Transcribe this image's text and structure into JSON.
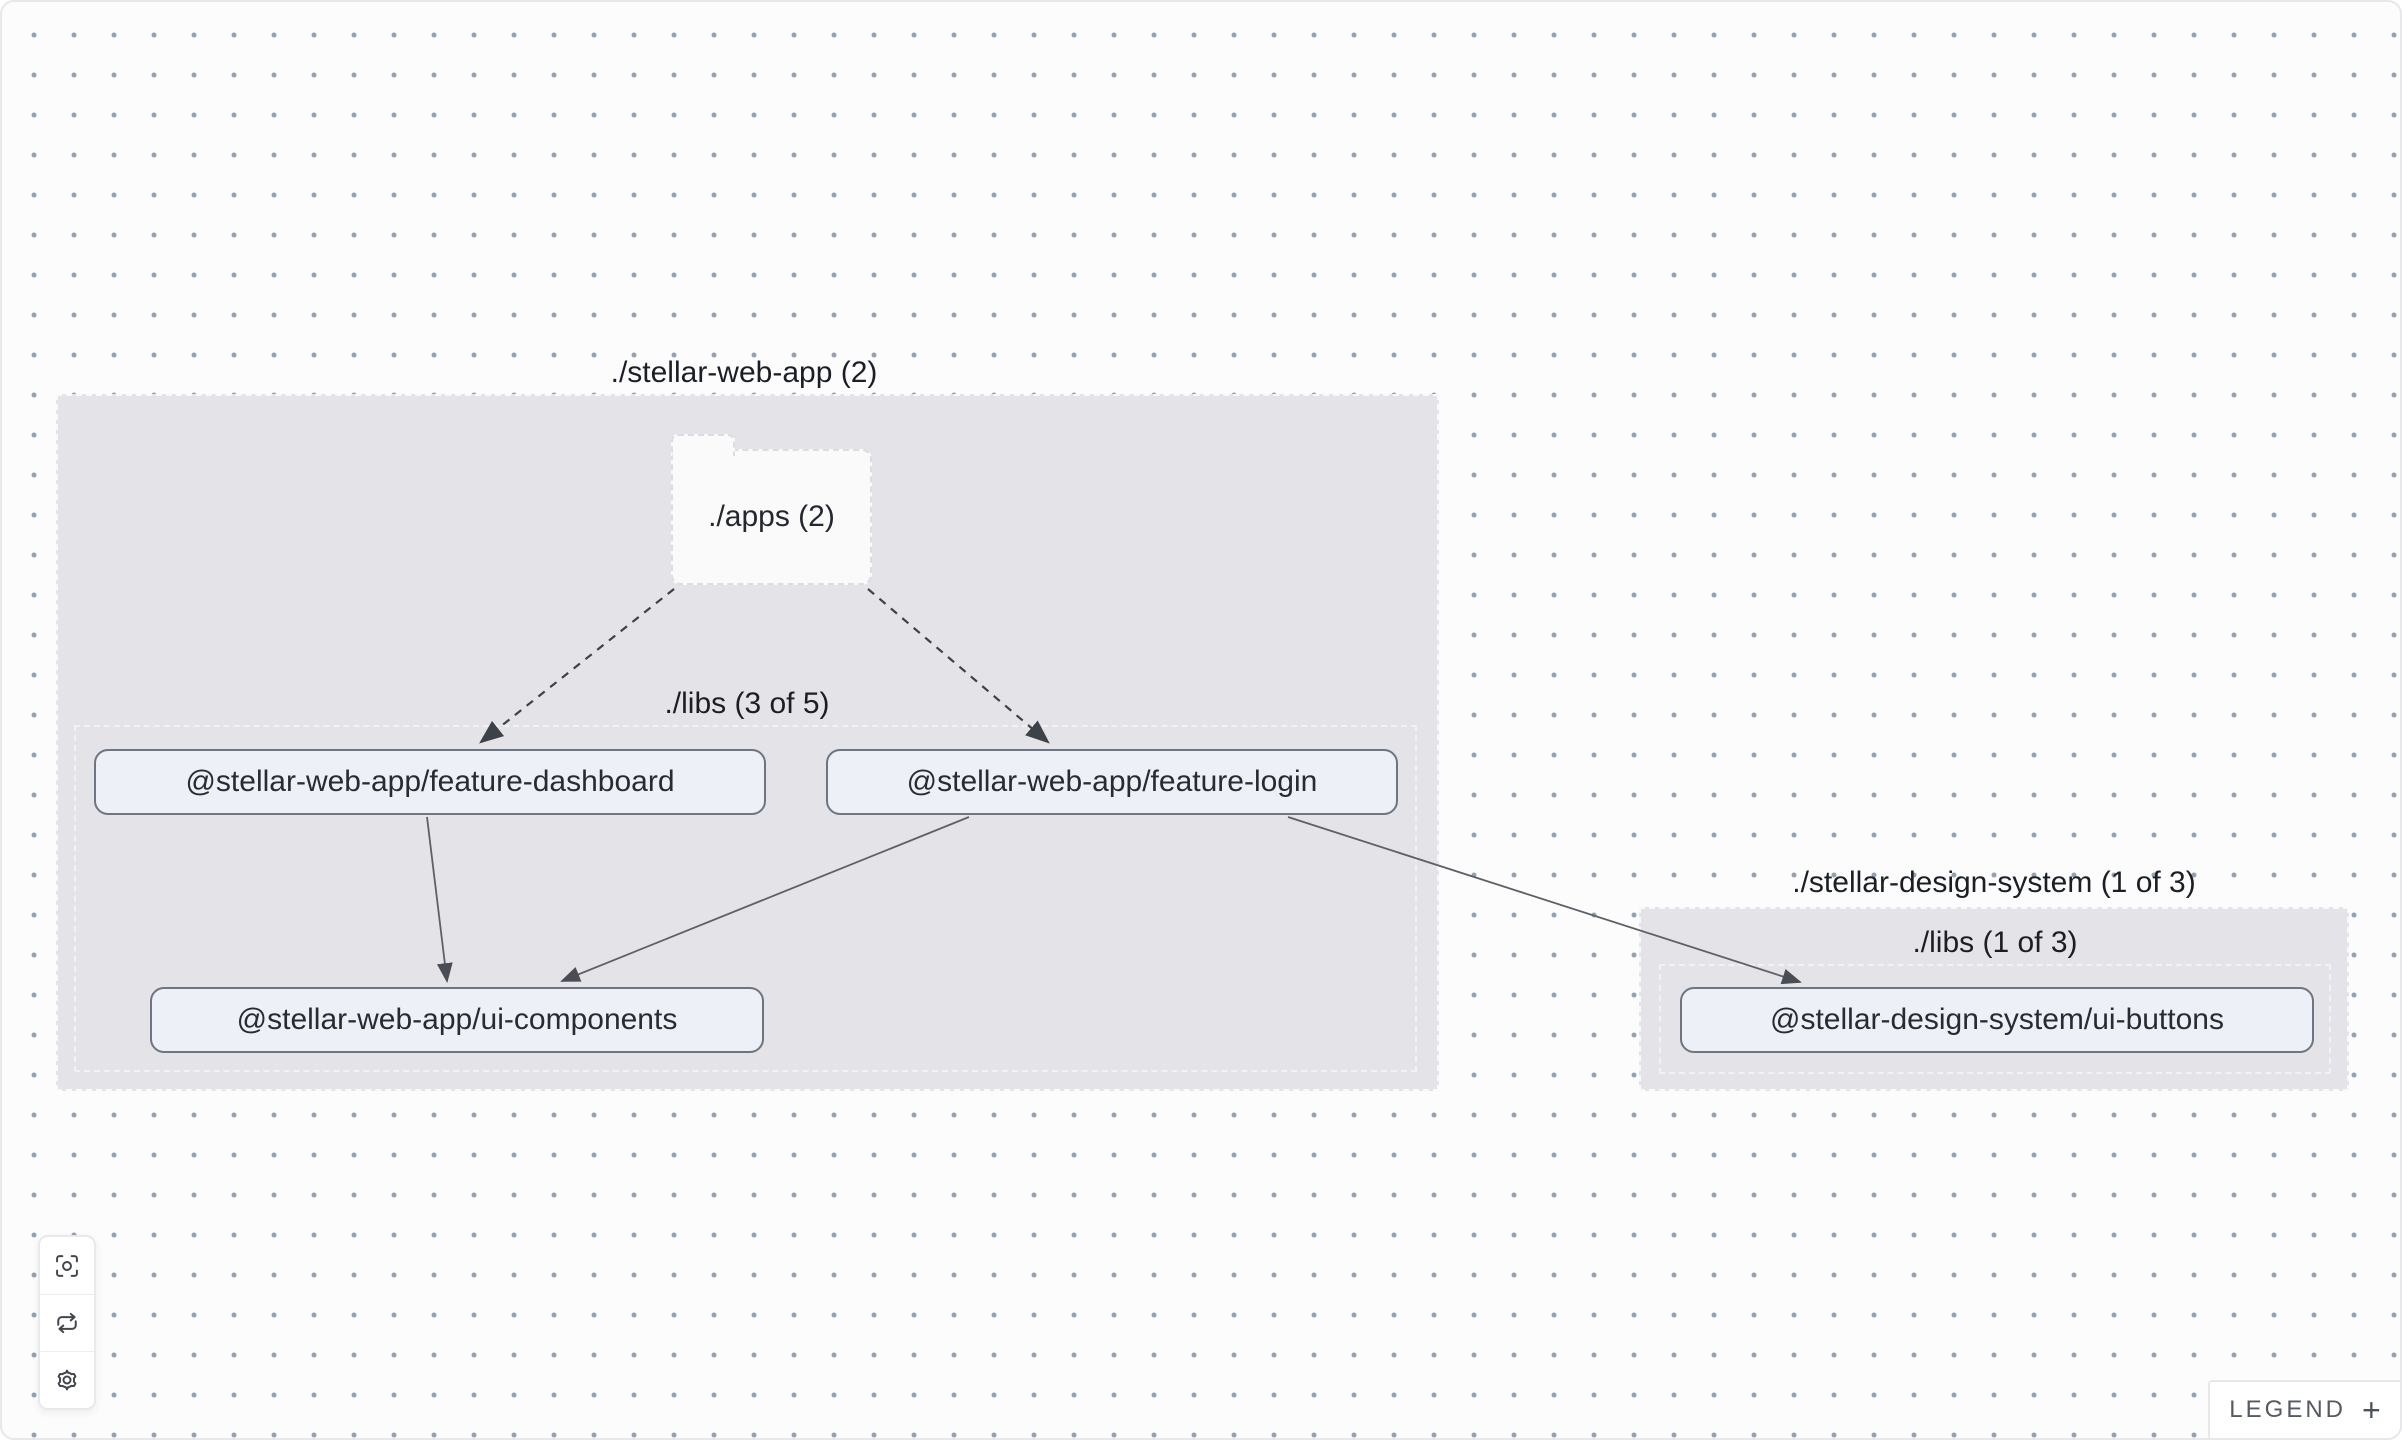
{
  "app": {
    "description": "project dependency graph canvas"
  },
  "groups": {
    "web_app": {
      "label": "./stellar-web-app (2)"
    },
    "web_app_libs": {
      "label": "./libs (3 of 5)"
    },
    "design_system": {
      "label": "./stellar-design-system (1 of 3)"
    },
    "design_system_libs": {
      "label": "./libs (1 of 3)"
    }
  },
  "folder": {
    "label": "./apps (2)"
  },
  "nodes": [
    {
      "id": "feature-dashboard",
      "label": "@stellar-web-app/feature-dashboard"
    },
    {
      "id": "feature-login",
      "label": "@stellar-web-app/feature-login"
    },
    {
      "id": "ui-components",
      "label": "@stellar-web-app/ui-components"
    },
    {
      "id": "ui-buttons",
      "label": "@stellar-design-system/ui-buttons"
    }
  ],
  "edges": [
    {
      "from": "./apps",
      "to": "@stellar-web-app/feature-dashboard",
      "style": "dashed"
    },
    {
      "from": "./apps",
      "to": "@stellar-web-app/feature-login",
      "style": "dashed"
    },
    {
      "from": "@stellar-web-app/feature-dashboard",
      "to": "@stellar-web-app/ui-components",
      "style": "solid"
    },
    {
      "from": "@stellar-web-app/feature-login",
      "to": "@stellar-web-app/ui-components",
      "style": "solid"
    },
    {
      "from": "@stellar-web-app/feature-login",
      "to": "@stellar-design-system/ui-buttons",
      "style": "solid"
    }
  ],
  "controls": [
    {
      "icon": "center-graph-icon"
    },
    {
      "icon": "refresh-icon"
    },
    {
      "icon": "gear-icon"
    }
  ],
  "legend": {
    "label": "LEGEND",
    "expand": "+"
  },
  "colors": {
    "canvas_bg": "#fcfcfd",
    "dot": "#95a1b3",
    "group_fill": "#e4e3e8",
    "group_border": "#f9f9fb",
    "node_fill": "#edf0f7",
    "node_border": "#6e7581",
    "edge": "#5d6167",
    "edge_dashed": "#3d4148",
    "text": "#1b1e24"
  }
}
